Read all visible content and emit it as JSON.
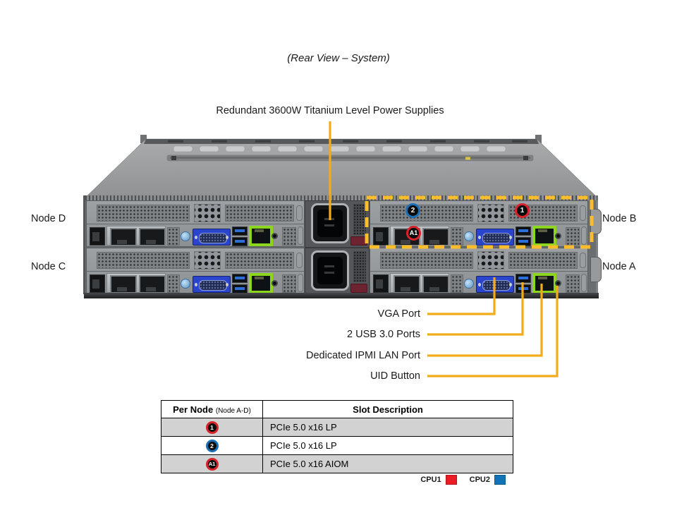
{
  "page": {
    "title": "(Rear View – System)"
  },
  "annotations": {
    "psu_label": "Redundant 3600W Titanium Level Power Supplies",
    "node_labels": [
      "Node D",
      "Node C",
      "Node B",
      "Node A"
    ],
    "callouts": [
      "VGA Port",
      "2 USB 3.0 Ports",
      "Dedicated IPMI LAN Port",
      "UID Button"
    ]
  },
  "chassis_markers": [
    {
      "label": "2",
      "ring_color": "#1B6FB5"
    },
    {
      "label": "1",
      "ring_color": "#D8232A"
    },
    {
      "label": "A1",
      "ring_color": "#D8232A"
    }
  ],
  "table": {
    "header": {
      "col1": "Per Node",
      "col1_sub": "(Node A-D)",
      "col2": "Slot Description"
    },
    "rows": [
      {
        "marker": "1",
        "ring_color": "#D8232A",
        "description": "PCIe 5.0 x16 LP"
      },
      {
        "marker": "2",
        "ring_color": "#1B6FB5",
        "description": "PCIe 5.0 x16 LP"
      },
      {
        "marker": "A1",
        "ring_color": "#D8232A",
        "description": "PCIe 5.0 x16 AIOM"
      }
    ]
  },
  "legend": [
    {
      "label": "CPU1",
      "color": "#EC1C24"
    },
    {
      "label": "CPU2",
      "color": "#1273B9"
    }
  ],
  "colors": {
    "callout_line": "#F2AC1A",
    "dashed_box": "#FABE2C"
  }
}
